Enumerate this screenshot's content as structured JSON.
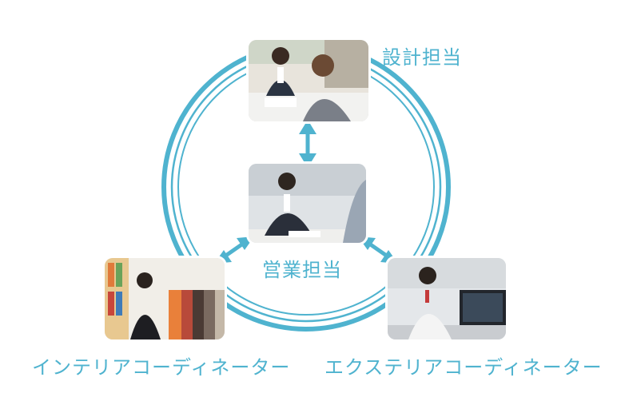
{
  "roles": {
    "design": "設計担当",
    "sales": "営業担当",
    "interior": "インテリアコーディネーター",
    "exterior": "エクステリアコーディネーター"
  },
  "colors": {
    "accent": "#4fb3cf"
  }
}
